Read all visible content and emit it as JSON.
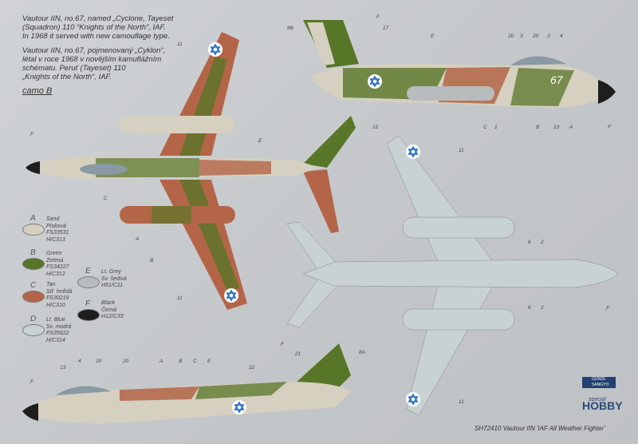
{
  "description_en": [
    "Vautour IIN, no.67, named „Cyclone, Tayeset",
    "(Squadron) 110 “Knights of the North”, IAF.",
    "In 1968 it served with new camouflage type."
  ],
  "description_cz": [
    "Vautour IIN, no.67, pojmenovaný „Cyklon“,",
    "létal v roce 1968 v novějším kamuflážním",
    "schématu.  Peruť (Tayeset) 110",
    "„Knights of the North“, IAF."
  ],
  "scheme_label": "camo B",
  "colors": [
    {
      "letter": "A",
      "lines": [
        "Sand",
        "Písková",
        "FS33531",
        "H/C313"
      ],
      "hex": "#d6d0c0"
    },
    {
      "letter": "B",
      "lines": [
        "Green",
        "Zelená",
        "FS34227",
        "H/C312"
      ],
      "hex": "#587628"
    },
    {
      "letter": "C",
      "lines": [
        "Tan",
        "Stř. hnědá",
        "FS30219",
        "H/C310"
      ],
      "hex": "#b46548"
    },
    {
      "letter": "D",
      "lines": [
        "Lt. Blue",
        "Sv. modrá",
        "FS35622",
        "H/C314"
      ],
      "hex": "#c8d2d2"
    },
    {
      "letter": "E",
      "lines": [
        "Lt. Grey",
        "Sv. šedivá",
        "H51/C11"
      ],
      "hex": "#b8bcbd"
    },
    {
      "letter": "F",
      "lines": [
        "Black",
        "Černá",
        "H12/C33"
      ],
      "hex": "#1e1e1e"
    }
  ],
  "callouts": {
    "side_top": [
      "F",
      "8B",
      "17",
      "E",
      "20",
      "3",
      "20",
      "3",
      "4",
      "12",
      "C",
      "1",
      "B",
      "13",
      "A",
      "F"
    ],
    "plan_top": [
      "11",
      "F",
      "E",
      "C",
      "A",
      "B",
      "11"
    ],
    "plan_bottom": [
      "11",
      "6",
      "2",
      "F",
      "6",
      "2",
      "11"
    ],
    "side_bottom": [
      "F",
      "21",
      "8A",
      "13",
      "4",
      "20",
      "20",
      "A",
      "B",
      "C",
      "E",
      "12",
      "F"
    ]
  },
  "aircraft_code": "67",
  "logos": {
    "gunze": "GUNZE SANGYO",
    "hobby_small": "special",
    "hobby": "HOBBY"
  },
  "footer": "SH72410  Vautour IIN 'IAF All Weather Fighter'"
}
